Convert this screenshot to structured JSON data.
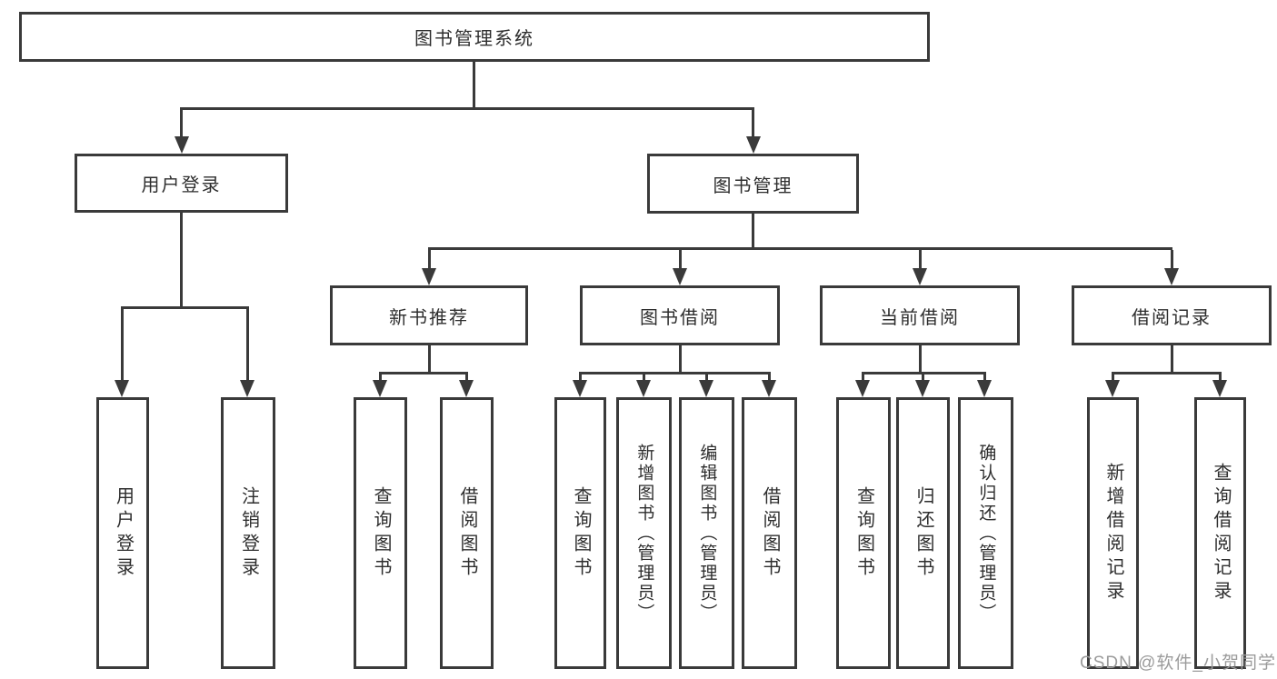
{
  "diagram": {
    "root": {
      "label": "图书管理系统"
    },
    "branches": [
      {
        "label": "用户登录",
        "children": [
          {
            "label": "用户登录"
          },
          {
            "label": "注销登录"
          }
        ]
      },
      {
        "label": "图书管理",
        "groups": [
          {
            "label": "新书推荐",
            "children": [
              {
                "label": "查询图书"
              },
              {
                "label": "借阅图书"
              }
            ]
          },
          {
            "label": "图书借阅",
            "children": [
              {
                "label": "查询图书"
              },
              {
                "label": "新增图书（管理员）"
              },
              {
                "label": "编辑图书（管理员）"
              },
              {
                "label": "借阅图书"
              }
            ]
          },
          {
            "label": "当前借阅",
            "children": [
              {
                "label": "查询图书"
              },
              {
                "label": "归还图书"
              },
              {
                "label": "确认归还（管理员）"
              }
            ]
          },
          {
            "label": "借阅记录",
            "children": [
              {
                "label": "新增借阅记录"
              },
              {
                "label": "查询借阅记录"
              }
            ]
          }
        ]
      }
    ]
  },
  "watermark": {
    "text": "CSDN @软件_小贺同学"
  },
  "colors": {
    "line": "#3a3a3a",
    "box_border": "#3a3a3a",
    "text": "#2e2e2e",
    "watermark": "#9b9b9b",
    "background": "#ffffff"
  }
}
